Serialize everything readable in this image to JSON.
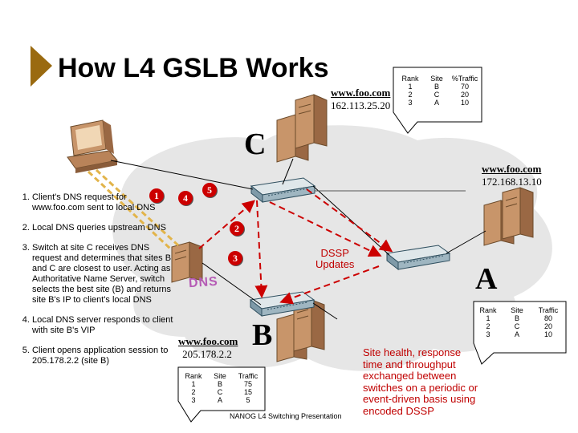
{
  "title": "How L4 GSLB Works",
  "site_c": {
    "url": "www.foo.com",
    "ip": "162.113.25.20",
    "letter": "C"
  },
  "site_a": {
    "url": "www.foo.com",
    "ip": "172.168.13.10",
    "letter": "A"
  },
  "site_b": {
    "url": "www.foo.com",
    "ip": "205.178.2.2",
    "letter": "B"
  },
  "dns_label": "DNS",
  "dssp_label": "DSSP\nUpdates",
  "health_note": "Site health, response time and throughput exchanged between switches on a periodic or event-driven basis using encoded DSSP",
  "footer": "NANOG L4 Switching Presentation",
  "badges": [
    "1",
    "4",
    "5",
    "2",
    "3"
  ],
  "steps": [
    "Client's DNS request for www.foo.com sent to local DNS",
    "Local DNS queries upstream DNS",
    "Switch at site C receives DNS request and determines that sites B and C are closest to user. Acting as Authoritative Name Server, switch selects the best site (B) and returns site B's IP to client's local DNS",
    "Local DNS server responds to client with site B's VIP",
    "Client opens application session to 205.178.2.2 (site B)"
  ],
  "table_c": {
    "headers": [
      "Rank",
      "Site",
      "%Traffic"
    ],
    "rows": [
      [
        "1",
        "B",
        "70"
      ],
      [
        "2",
        "C",
        "20"
      ],
      [
        "3",
        "A",
        "10"
      ]
    ]
  },
  "table_a": {
    "headers": [
      "Rank",
      "Site",
      "Traffic"
    ],
    "rows": [
      [
        "1",
        "B",
        "80"
      ],
      [
        "2",
        "C",
        "20"
      ],
      [
        "3",
        "A",
        "10"
      ]
    ]
  },
  "table_b": {
    "headers": [
      "Rank",
      "Site",
      "Traffic"
    ],
    "rows": [
      [
        "1",
        "B",
        "75"
      ],
      [
        "2",
        "C",
        "15"
      ],
      [
        "3",
        "A",
        "5"
      ]
    ]
  },
  "colors": {
    "cloud": "#e6e6e6",
    "accent_red": "#cc0000",
    "dns_label": "#b55bb5",
    "bullet": "#9a6a10",
    "dashed_path": "#e2b44a",
    "server": "#c8956a"
  }
}
